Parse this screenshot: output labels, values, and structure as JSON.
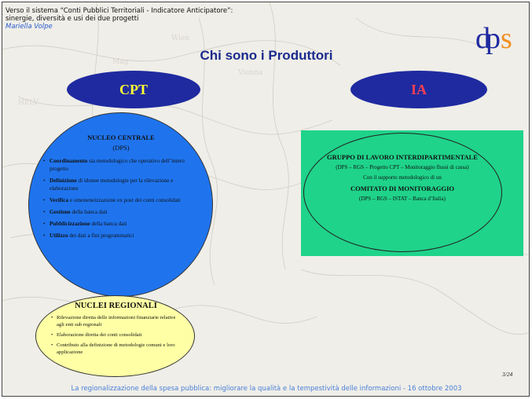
{
  "header": {
    "line1": "Verso il sistema “Conti Pubblici Territoriali - Indicatore Anticipatore”:",
    "line2": "sinergie, diversità e usi dei due progetti",
    "author": "Mariella Volpe"
  },
  "logo": {
    "text": "dps"
  },
  "title": "Chi sono i Produttori",
  "cpt": {
    "label": "CPT"
  },
  "ia": {
    "label": "IA"
  },
  "nucleo_centrale": {
    "title": "NUCLEO CENTRALE",
    "subtitle": "(DPS)",
    "items": [
      {
        "bold": "Coordinamento",
        "rest": " sia metodologico che operativo dell’intero progetto"
      },
      {
        "bold": "Definizione",
        "rest": " di idonee metodologie per la rilevazione e elaborazione"
      },
      {
        "bold": "Verifica",
        "rest": " e omoneneizzazione ex post dei conti consolidati"
      },
      {
        "bold": "Gestione",
        "rest": " della banca dati"
      },
      {
        "bold": "Pubblicizzazione",
        "rest": " della banca dati"
      },
      {
        "bold": "Utilizzo",
        "rest": " dei dati a fini programmatici"
      }
    ]
  },
  "nuclei_regionali": {
    "title": "NUCLEI REGIONALI",
    "items": [
      "Rilevazione diretta delle informazioni finanziarie relative agli enti sub regionali",
      "Elaborazione diretta dei conti consolidati",
      "Contributo alla definizione di metodologie comuni e loro applicazione"
    ]
  },
  "gruppo": {
    "title": "GRUPPO DI LAVORO INTERDIPARTIMENTALE",
    "members": "(DPS – RGS – Progetto CPT – Monitoraggio flussi di cassa)",
    "support": "Con il supporto metodologico di un",
    "comitato": "COMITATO DI MONITORAGGIO",
    "comitato_members": "(DPS – RGS – ISTAT – Banca d’Italia)"
  },
  "page_number": "3/24",
  "footer": "La regionalizzazione della spesa pubblica: migliorare la qualità e la tempestività delle informazioni - 16 ottobre 2003",
  "colors": {
    "title": "#1b2a8c",
    "ellipse": "#1f2aa0",
    "cpt_text": "#ffff33",
    "ia_text": "#ff3f4f",
    "blue_circle": "#1f74ee",
    "yellow_ellipse": "#ffffa6",
    "green_box": "#1fd38a",
    "footer": "#4a7fd8"
  }
}
